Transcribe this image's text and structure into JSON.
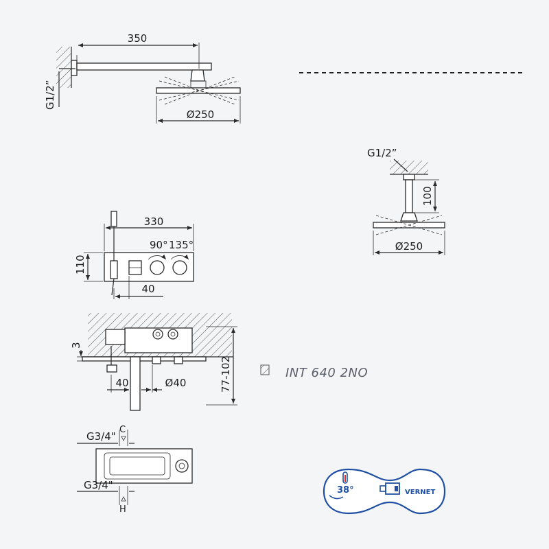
{
  "dimensions": {
    "arm_length": "350",
    "arm_thread": "G1/2”",
    "head_diameter_wall": "Ø250",
    "ceiling_thread": "G1/2”",
    "ceiling_drop": "100",
    "head_diameter_ceiling": "Ø250",
    "panel_width": "330",
    "panel_height": "110",
    "spout_offset": "40",
    "angle_left": "90°",
    "angle_right": "135°",
    "protrusion": "3",
    "spout_offset_side": "40",
    "pipe_diameter": "Ø40",
    "embed_depth": "77-102",
    "inlet_cold_thread": "G3/4\"",
    "inlet_cold_label": "C",
    "inlet_hot_thread": "G3/4\"",
    "inlet_hot_label": "H"
  },
  "product": {
    "code": "INT 640 2NO"
  },
  "logo": {
    "temperature": "38°",
    "brand": "VERNET"
  },
  "colors": {
    "background": "#f4f5f7",
    "line": "#2a2a2a",
    "logo_blue": "#1f4fa3",
    "logo_red": "#d0343a",
    "code_gray": "#5a5f6b"
  }
}
